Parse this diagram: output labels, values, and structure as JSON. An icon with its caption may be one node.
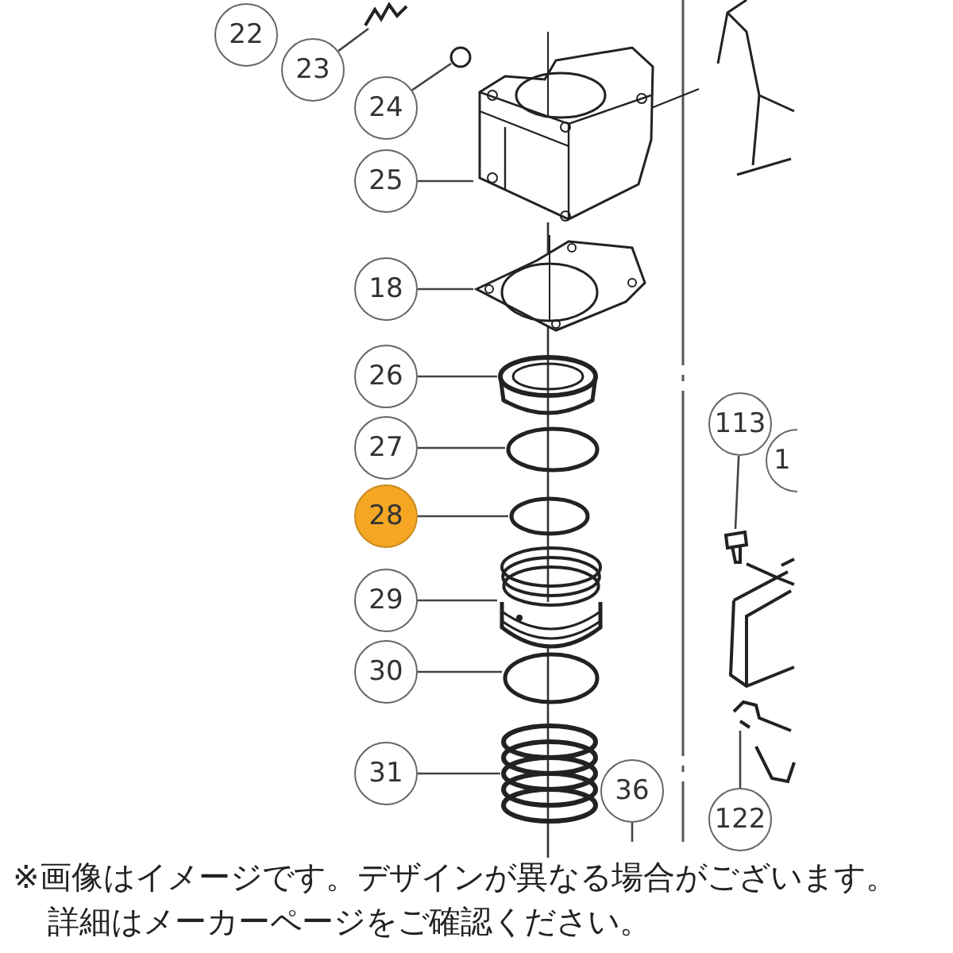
{
  "diagram": {
    "nodes": [
      {
        "text": [
          "22"
        ]
      },
      {
        "text": [
          "23"
        ]
      },
      {
        "text": [
          "24"
        ]
      },
      {
        "text": [
          "25"
        ]
      },
      {
        "text": [
          "18"
        ]
      },
      {
        "text": [
          "26"
        ]
      },
      {
        "text": [
          "27"
        ]
      },
      {
        "text": [
          "28"
        ]
      },
      {
        "text": [
          "29"
        ]
      },
      {
        "text": [
          "30"
        ]
      },
      {
        "text": [
          "31"
        ]
      },
      {
        "text": [
          "36"
        ]
      },
      {
        "text": [
          "113"
        ]
      },
      {
        "text": [
          "1"
        ]
      },
      {
        "text": [
          "122"
        ]
      },
      {
        "text": [],
        "shape": "picture"
      },
      {
        "text": [],
        "shape": "circle"
      },
      {
        "text": [],
        "shape": "picture"
      },
      {
        "text": [],
        "shape": "picture"
      },
      {
        "text": [],
        "shape": "picture"
      },
      {
        "text": [],
        "shape": "circle"
      },
      {
        "text": [],
        "shape": "circle"
      },
      {
        "text": [],
        "shape": "picture"
      },
      {
        "text": [],
        "shape": "circle"
      },
      {
        "text": [],
        "shape": "picture"
      },
      {
        "text": [],
        "shape": "picture"
      },
      {
        "text": [],
        "shape": "picture"
      }
    ],
    "edges": [
      {
        "from": 1,
        "to": 15,
        "arrow": "none"
      },
      {
        "from": 2,
        "to": 16,
        "arrow": "none"
      },
      {
        "from": 3,
        "to": 17,
        "arrow": "none"
      },
      {
        "from": 4,
        "to": 18,
        "arrow": "none"
      },
      {
        "from": 5,
        "to": 19,
        "arrow": "none"
      },
      {
        "from": 6,
        "to": 20,
        "arrow": "none"
      },
      {
        "from": 7,
        "to": 21,
        "arrow": "none"
      },
      {
        "from": 8,
        "to": 22,
        "arrow": "none"
      },
      {
        "from": 9,
        "to": 23,
        "arrow": "none"
      },
      {
        "from": 10,
        "to": 24,
        "arrow": "none"
      },
      {
        "from": 11,
        "to": null,
        "arrow": "none"
      },
      {
        "from": 12,
        "to": 25,
        "arrow": "none"
      },
      {
        "from": 14,
        "to": 26,
        "arrow": "none"
      }
    ],
    "labels": [
      "※画像はイメージです。デザインが異なる場合がございます。",
      "詳細はメーカーページをご確認ください。"
    ]
  }
}
